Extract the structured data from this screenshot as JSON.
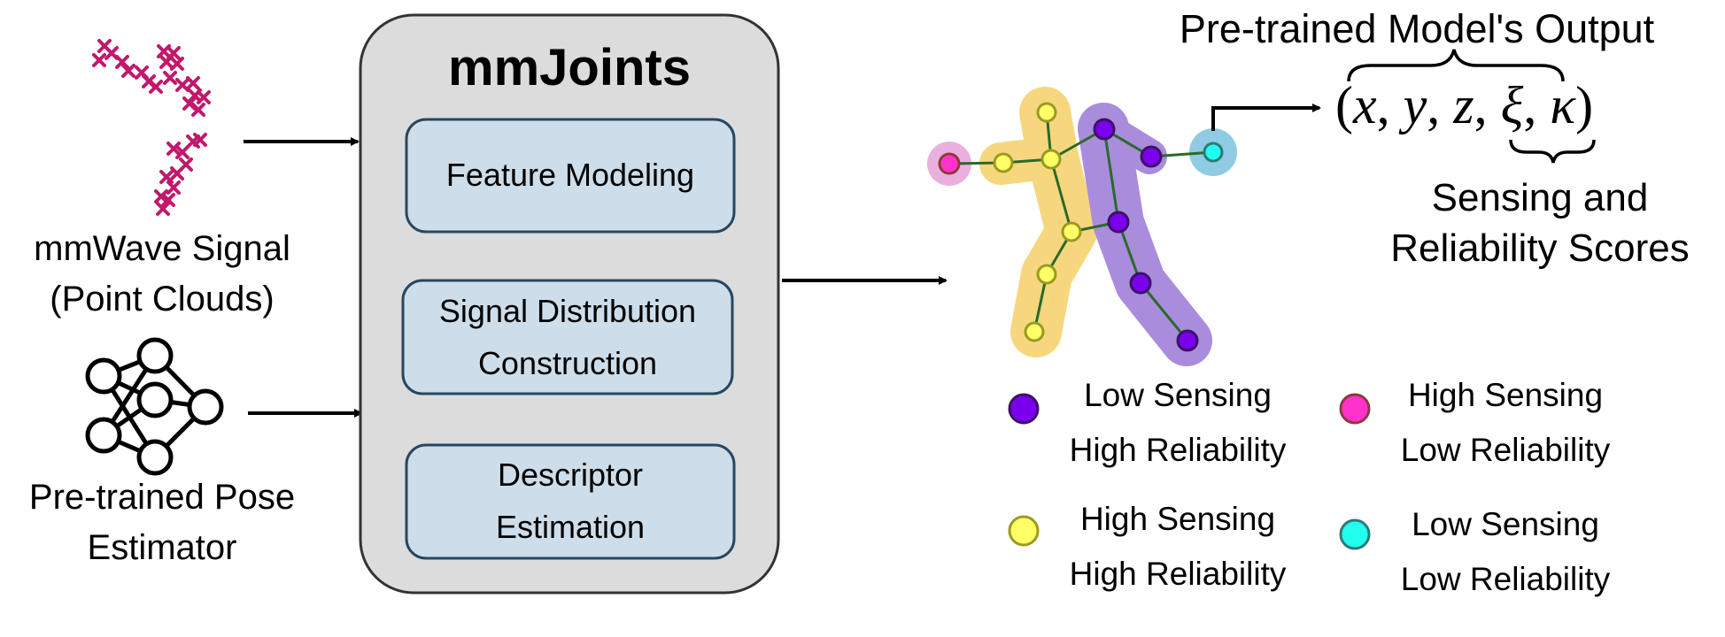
{
  "inputs": {
    "signal_label_line1": "mmWave Signal",
    "signal_label_line2": "(Point Clouds)",
    "pose_label_line1": "Pre-trained Pose",
    "pose_label_line2": "Estimator"
  },
  "module": {
    "title": "mmJoints",
    "blocks": [
      {
        "line1": "Feature Modeling",
        "line2": ""
      },
      {
        "line1": "Signal Distribution",
        "line2": "Construction"
      },
      {
        "line1": "Descriptor",
        "line2": "Estimation"
      }
    ]
  },
  "output": {
    "header": "Pre-trained Model's Output",
    "tuple": {
      "open": "(",
      "x": "x",
      "sep1": ", ",
      "y": "y",
      "sep2": ", ",
      "z": "z",
      "sep3": ", ",
      "xi": "ξ",
      "sep4": ", ",
      "kappa": "κ",
      "close": ")"
    },
    "scores_caption_line1": "Sensing and",
    "scores_caption_line2": "Reliability Scores"
  },
  "legend": [
    {
      "line1": "Low Sensing",
      "line2": "High Reliability",
      "color": "#7a00ee",
      "stroke": "#3d1266"
    },
    {
      "line1": "High Sensing",
      "line2": "Low Reliability",
      "color": "#ff33cc",
      "stroke": "#8c3a3a"
    },
    {
      "line1": "High Sensing",
      "line2": "High Reliability",
      "color": "#ffff66",
      "stroke": "#9a9a22"
    },
    {
      "line1": "Low Sensing",
      "line2": "Low Reliability",
      "color": "#22ffee",
      "stroke": "#2a7a7a"
    }
  ],
  "colors": {
    "module_fill": "#dcdcdc",
    "block_fill": "#cddde9",
    "block_stroke": "#274660",
    "point_cloud": "#c2186b",
    "bone": "#2a6a2a",
    "halo_yellow": "#f7d77e",
    "halo_purple": "#a98ddc",
    "halo_pink": "#eab0dd",
    "halo_cyan": "#8fcbe2"
  }
}
